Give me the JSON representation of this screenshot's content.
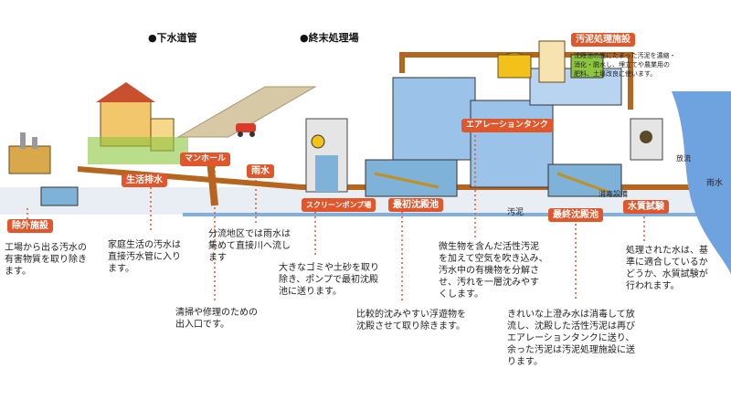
{
  "headers": {
    "sewer": "●下水道管",
    "plant": "●終末処理場"
  },
  "labels": {
    "outside": "除外施設",
    "household": "生活排水",
    "manhole": "マンホール",
    "rain": "雨水",
    "screen_pump": "スクリーンポンプ場",
    "primary": "最初沈殿池",
    "aeration": "エアレーションタンク",
    "final": "最終沈殿池",
    "water_test": "水質試験",
    "sludge_facility": "汚泥処理施設"
  },
  "plain_labels": {
    "sludge": "汚泥",
    "disinfection": "消毒設備",
    "rain_right": "雨水",
    "discharge": "放流"
  },
  "descriptions": {
    "outside": "工場から出る汚水の\n有害物質を取り除き\nます。",
    "household": "家庭生活の汚水は\n直接汚水管に入り\nます。",
    "manhole": "清掃や修理のための\n出入口です。",
    "rain": "分流地区では雨水は\n集めて直接川へ流し\nます",
    "screen_pump": "大きなゴミや土砂を取り\n除き、ポンプで最初沈殿\n池に送ります。",
    "primary": "比較的沈みやすい浮遊物を\n沈殿させて取り除きます。",
    "aeration": "微生物を含んだ活性汚泥\nを加えて空気を吹き込み、\n汚水中の有機物を分解さ\nせ、汚れを一層沈みやす\nくします。",
    "final": "きれいな上澄み水は消毒して放\n流し、沈殿した活性汚泥は再び\nエアレーションタンクに送り、\n余った汚泥は汚泥処理施設に送\nります。",
    "water_test": "処理された水は、基\n準に適合しているか\nどうか、水質試験が\n行われます。",
    "sludge_facility": "沈殿池の底にたまった汚泥を濃縮・\n消化・脱水し、埋立てや農業用の\n肥料、土壌改良に使います。"
  },
  "colors": {
    "label_bg": "#e2562c",
    "pipe_brown": "#b5651d",
    "water_blue": "#4a7fd4",
    "ground_green": "#8cc63f",
    "road": "#d8c9a6"
  }
}
